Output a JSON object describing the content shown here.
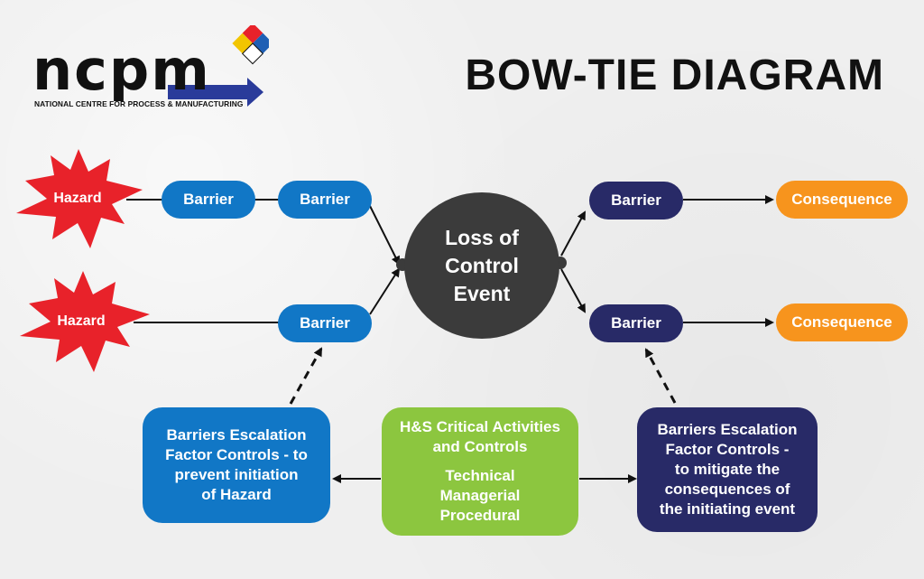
{
  "logo": {
    "letters": "ncpm",
    "subtitle": "NATIONAL CENTRE FOR PROCESS & MANUFACTURING"
  },
  "title": "BOW-TIE DIAGRAM",
  "hazards": [
    "Hazard",
    "Hazard"
  ],
  "left_barriers": [
    "Barrier",
    "Barrier",
    "Barrier"
  ],
  "center_event": {
    "line1": "Loss of",
    "line2": "Control",
    "line3": "Event"
  },
  "right_barriers": [
    "Barrier",
    "Barrier"
  ],
  "consequences": [
    "Consequence",
    "Consequence"
  ],
  "left_box": {
    "lines": [
      "Barriers Escalation",
      "Factor Controls - to",
      "prevent initiation",
      "of Hazard"
    ]
  },
  "middle_box": {
    "heading": [
      "H&S Critical Activities",
      "and Controls"
    ],
    "items": [
      "Technical",
      "Managerial",
      "Procedural"
    ]
  },
  "right_box": {
    "lines": [
      "Barriers Escalation",
      "Factor Controls -",
      "to mitigate the",
      "consequences of",
      "the initiating event"
    ]
  },
  "colors": {
    "hazard": "#e8222a",
    "left_barrier": "#1177c6",
    "right_barrier": "#282a67",
    "consequence": "#f7941d",
    "center": "#3b3b3b",
    "middle_box": "#8cc63f"
  }
}
